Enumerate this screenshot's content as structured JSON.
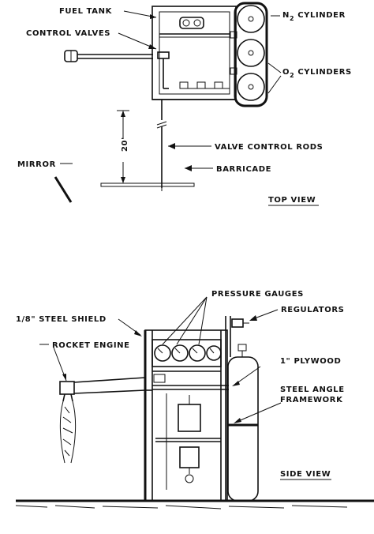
{
  "top_view": {
    "labels": {
      "fuel_tank": "FUEL TANK",
      "control_valves": "CONTROL VALVES",
      "n2_cylinder": "N",
      "n2_sub": "2",
      "n2_suffix": " CYLINDER",
      "o2_cylinders": "O",
      "o2_sub": "2",
      "o2_suffix": " CYLINDERS",
      "dimension": "20'",
      "valve_control_rods": "VALVE CONTROL RODS",
      "mirror": "MIRROR",
      "barricade": "BARRICADE",
      "view_title": "TOP VIEW"
    }
  },
  "side_view": {
    "labels": {
      "pressure_gauges": "PRESSURE GAUGES",
      "regulators": "REGULATORS",
      "steel_shield": "1/8\" STEEL SHIELD",
      "rocket_engine": "ROCKET ENGINE",
      "plywood": "1\" PLYWOOD",
      "steel_angle_1": "STEEL ANGLE",
      "steel_angle_2": "FRAMEWORK",
      "view_title": "SIDE VIEW"
    }
  }
}
